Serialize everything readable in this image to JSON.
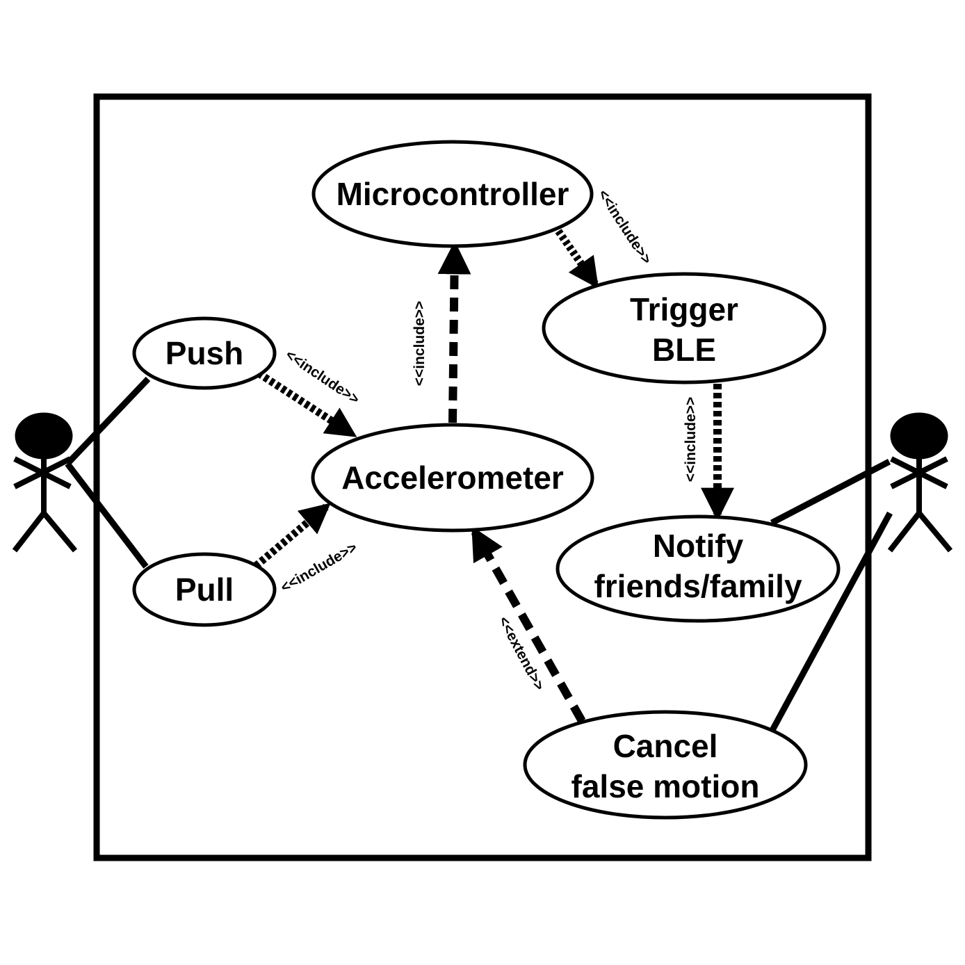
{
  "diagram": {
    "type": "uml-use-case",
    "use_cases": {
      "microcontroller": "Microcontroller",
      "trigger_line1": "Trigger",
      "trigger_line2": "BLE",
      "push": "Push",
      "pull": "Pull",
      "accelerometer": "Accelerometer",
      "notify_line1": "Notify",
      "notify_line2": "friends/family",
      "cancel_line1": "Cancel",
      "cancel_line2": "false motion"
    },
    "relationships": {
      "micro_to_trigger": "<<include>>",
      "accel_to_micro": "<<include>>",
      "push_to_accel": "<<include>>",
      "pull_to_accel": "<<include>>",
      "trigger_to_notify": "<<include>>",
      "cancel_to_accel": "<<extend>>"
    },
    "colors": {
      "stroke": "#000000",
      "background": "#ffffff"
    }
  }
}
